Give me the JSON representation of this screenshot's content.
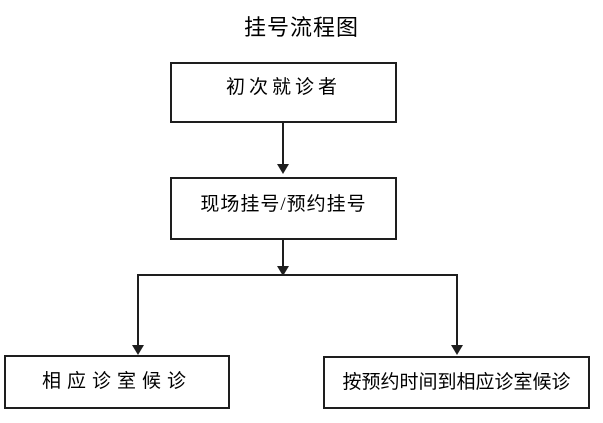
{
  "title": "挂号流程图",
  "flowchart": {
    "nodes": [
      {
        "id": "first-visit",
        "label": "初次就诊者"
      },
      {
        "id": "registration",
        "label": "现场挂号/预约挂号"
      },
      {
        "id": "onsite-waiting",
        "label": "相应诊室候诊"
      },
      {
        "id": "appointment-waiting",
        "label": "按预约时间到相应诊室候诊"
      }
    ],
    "edges": [
      {
        "from": "first-visit",
        "to": "registration",
        "type": "arrow"
      },
      {
        "from": "registration",
        "to": "onsite-waiting",
        "type": "arrow"
      },
      {
        "from": "registration",
        "to": "appointment-waiting",
        "type": "arrow"
      }
    ]
  },
  "colors": {
    "background": "#ffffff",
    "line": "#1e1e1e",
    "text": "#000000"
  }
}
